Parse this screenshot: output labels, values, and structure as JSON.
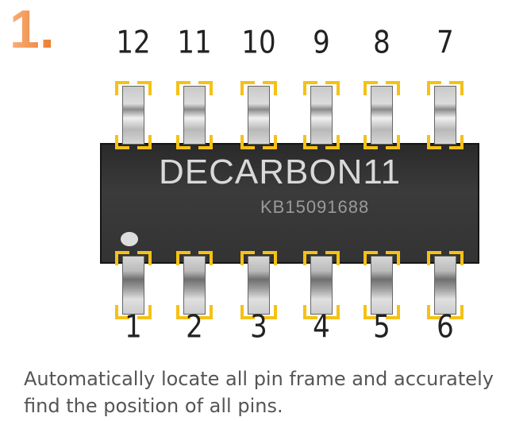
{
  "step_number": "1.",
  "chip": {
    "marking_main": "DECARBON11",
    "marking_code": "KB15091688"
  },
  "top_pins": [
    "12",
    "11",
    "10",
    "9",
    "8",
    "7"
  ],
  "bottom_pins": [
    "1",
    "2",
    "3",
    "4",
    "5",
    "6"
  ],
  "caption": {
    "line1": "Automatically locate all pin frame and accurately",
    "line2": "find the position of all pins."
  },
  "colors": {
    "accent": "#ec7a2a",
    "frame": "#f5c116"
  }
}
